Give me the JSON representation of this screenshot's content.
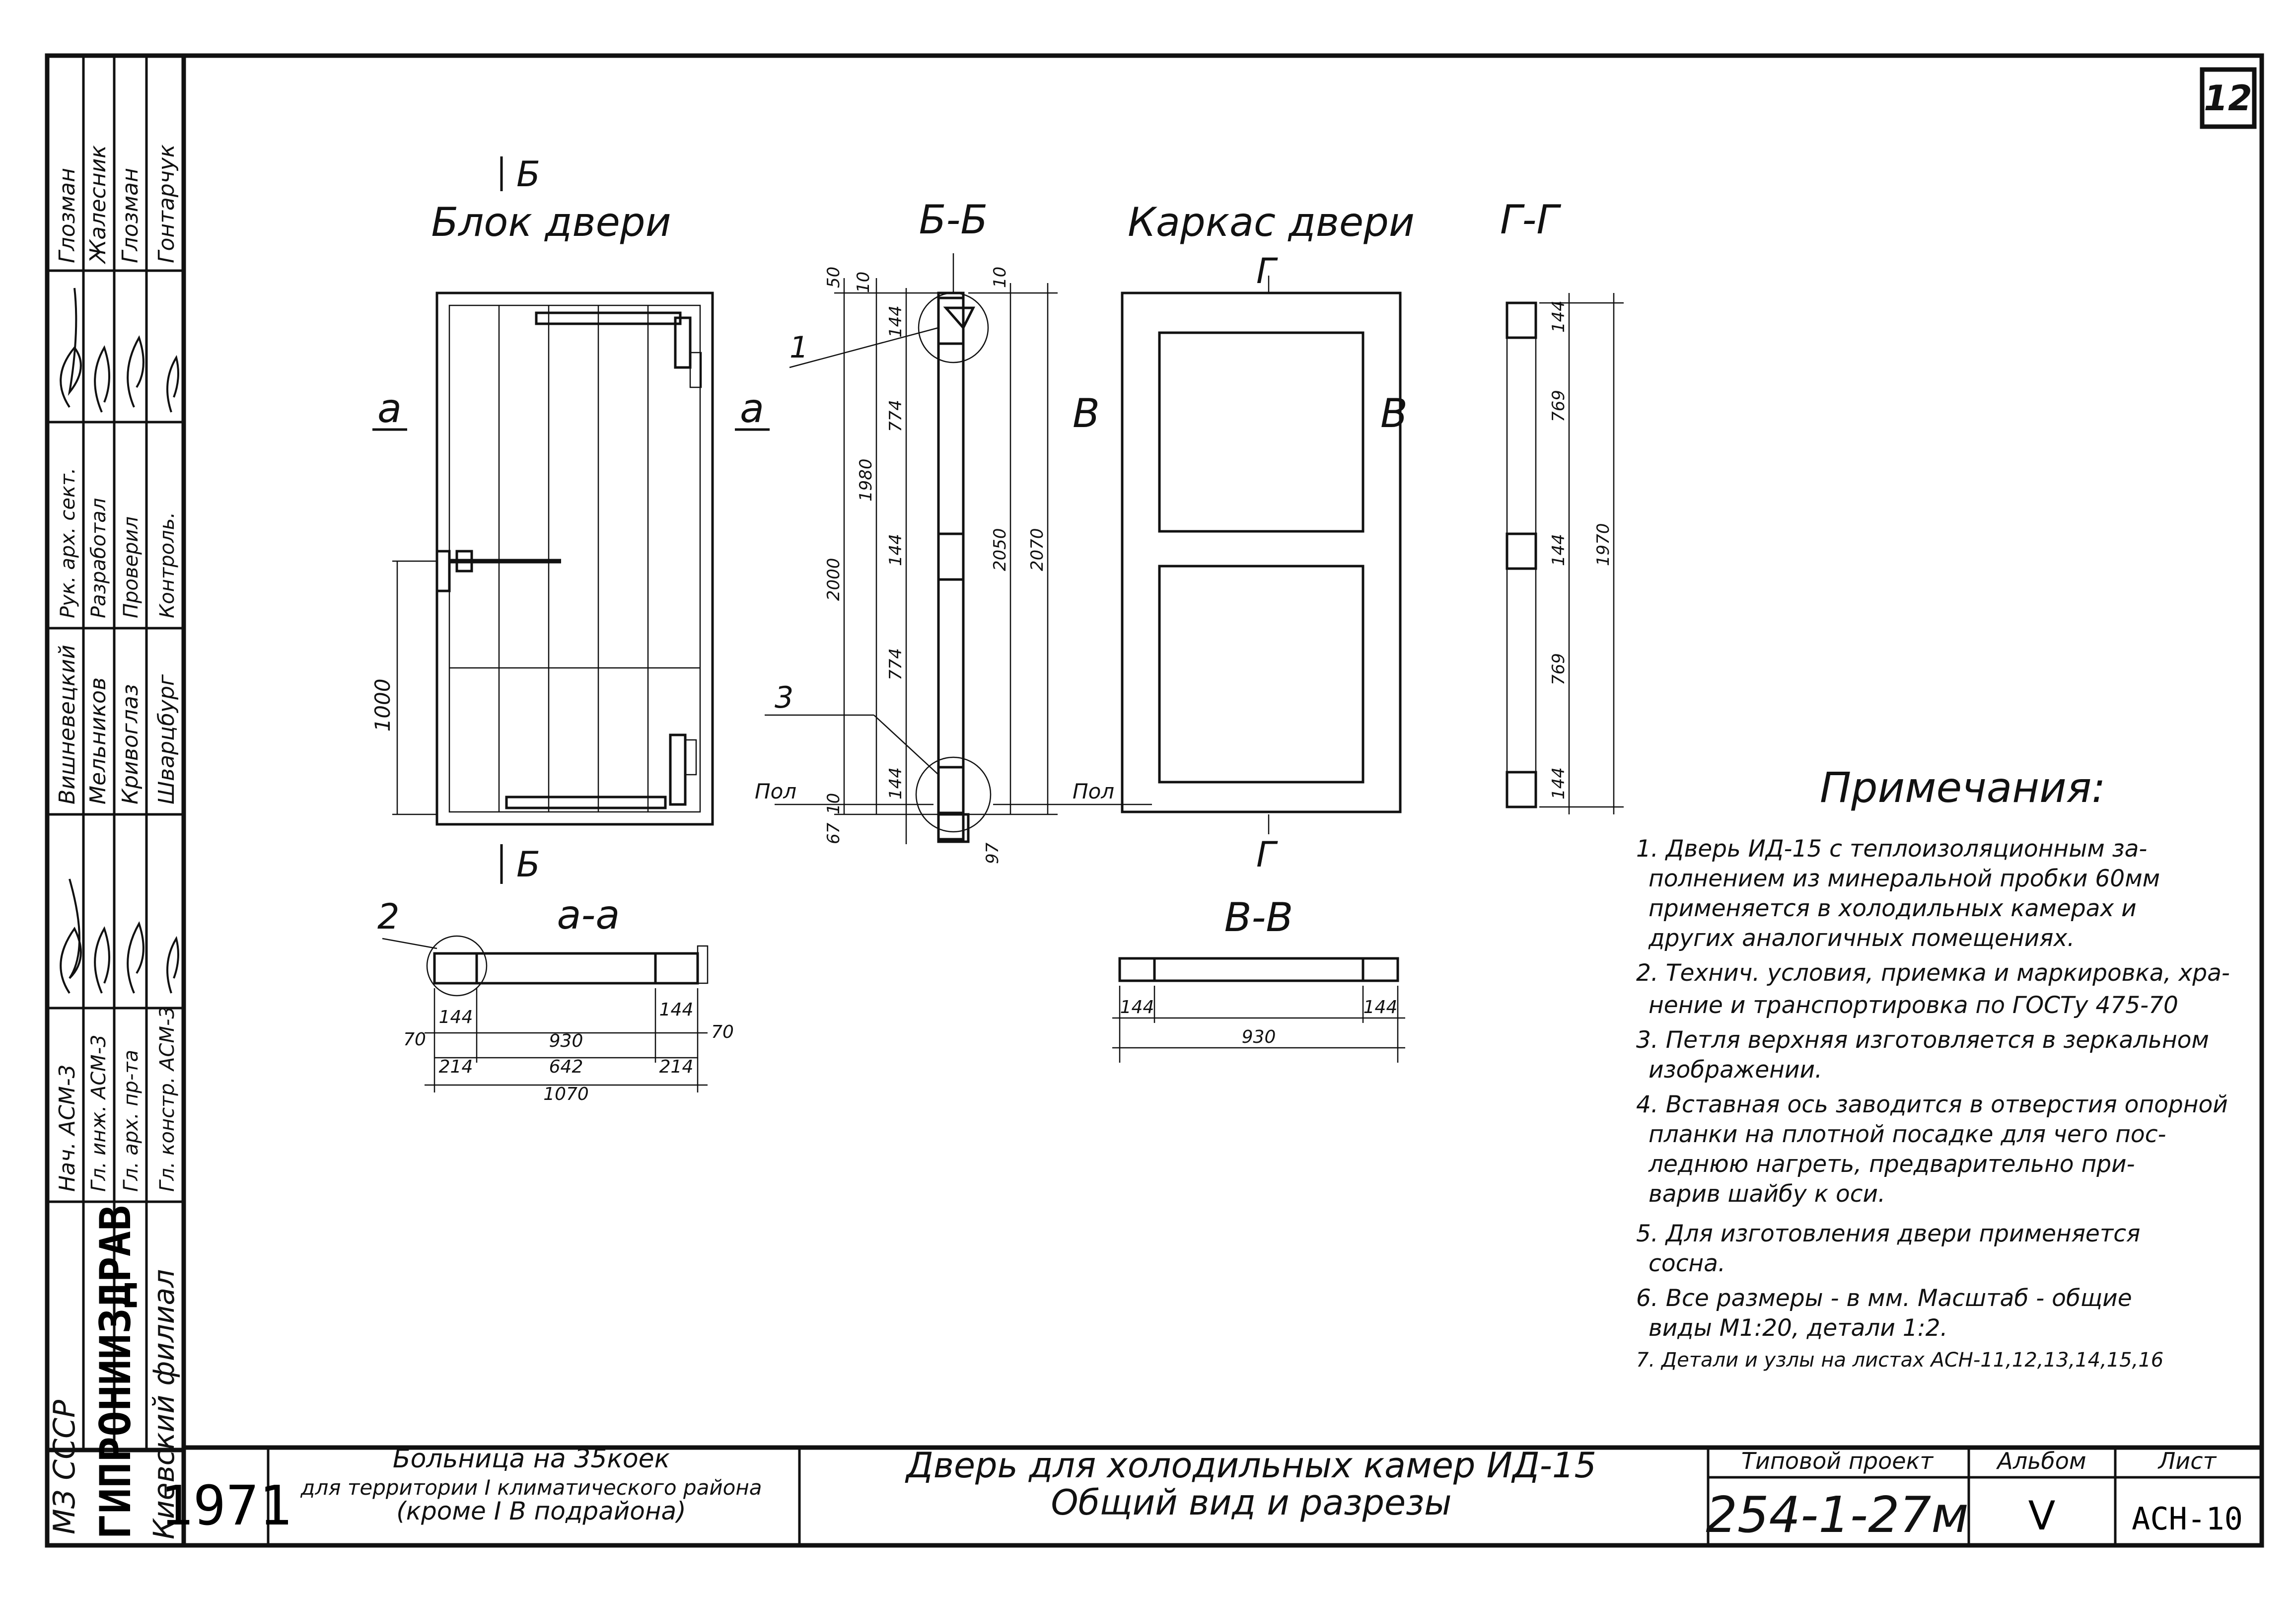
{
  "sheet": {
    "page_number": "12",
    "year": "1971",
    "object_line1": "Больница на 35коек",
    "object_line2": "для территории I климатического района",
    "object_line3": "(кроме I В подрайона)",
    "title_line1": "Дверь для холодильных камер ИД-15",
    "title_line2": "Общий вид и разрезы",
    "project_label": "Типовой проект",
    "project_value": "254-1-27м",
    "album_label": "Альбом",
    "album_value": "V",
    "sheet_label": "Лист",
    "sheet_value": "АСН-10"
  },
  "stamp": {
    "ministry": "МЗ СССР",
    "org": "ГИПРОНИИЗДРАВ",
    "branch": "Киевский филиал",
    "roles": [
      "Нач. АСМ-3",
      "Гл. инж. АСМ-3",
      "Гл. арх. пр-та",
      "Гл. констр. АСМ-3",
      "Рук. арх. сект.",
      "Разработал",
      "Проверил",
      "Контроль."
    ],
    "names": [
      "Вишневецкий",
      "Мельников",
      "Кривоглаз",
      "Шварцбург",
      "Глозман",
      "Жалесник",
      "Глозман",
      "Гонтарчук"
    ]
  },
  "views": {
    "door_block": {
      "title": "Блок двери",
      "section_mark": "Б",
      "side_mark": "а",
      "dim_1000": "1000"
    },
    "section_bb": {
      "title": "Б-Б",
      "floor": "Пол",
      "dims_left": [
        "50",
        "10",
        "144",
        "774",
        "1980",
        "144",
        "774",
        "2000",
        "144",
        "10",
        "67",
        "97"
      ],
      "dims_right": [
        "10",
        "2050",
        "2070"
      ],
      "leaders": [
        "1",
        "3"
      ]
    },
    "frame": {
      "title": "Каркас двери",
      "section_mark": "Г",
      "side_mark": "В"
    },
    "section_gg": {
      "title": "Г-Г",
      "dims": [
        "144",
        "769",
        "144",
        "1970",
        "769",
        "144"
      ]
    },
    "section_aa": {
      "title": "а-а",
      "leader": "2",
      "dims": [
        "144",
        "144",
        "70",
        "930",
        "70",
        "214",
        "642",
        "214",
        "1070"
      ]
    },
    "section_vv": {
      "title": "В-В",
      "dims": [
        "144",
        "144",
        "930"
      ]
    }
  },
  "notes": {
    "title": "Примечания:",
    "lines": [
      "1. Дверь ИД-15 с теплоизоляционным за-",
      "полнением из минеральной пробки 60мм",
      "применяется в холодильных камерах и",
      "других аналогичных помещениях.",
      "2. Технич. условия, приемка и маркировка, хра-",
      "нение и транспортировка по ГОСТу 475-70",
      "3. Петля верхняя изготовляется в зеркальном",
      "изображении.",
      "4. Вставная ось заводится в отверстия опорной",
      "планки на плотной посадке для чего пос-",
      "леднюю нагреть, предварительно при-",
      "варив шайбу к оси.",
      "5. Для изготовления двери применяется",
      "сосна.",
      "6. Все размеры - в мм. Масштаб - общие",
      "виды М1:20, детали 1:2.",
      "7. Детали и узлы на листах АСН-11,12,13,14,15,16"
    ]
  }
}
